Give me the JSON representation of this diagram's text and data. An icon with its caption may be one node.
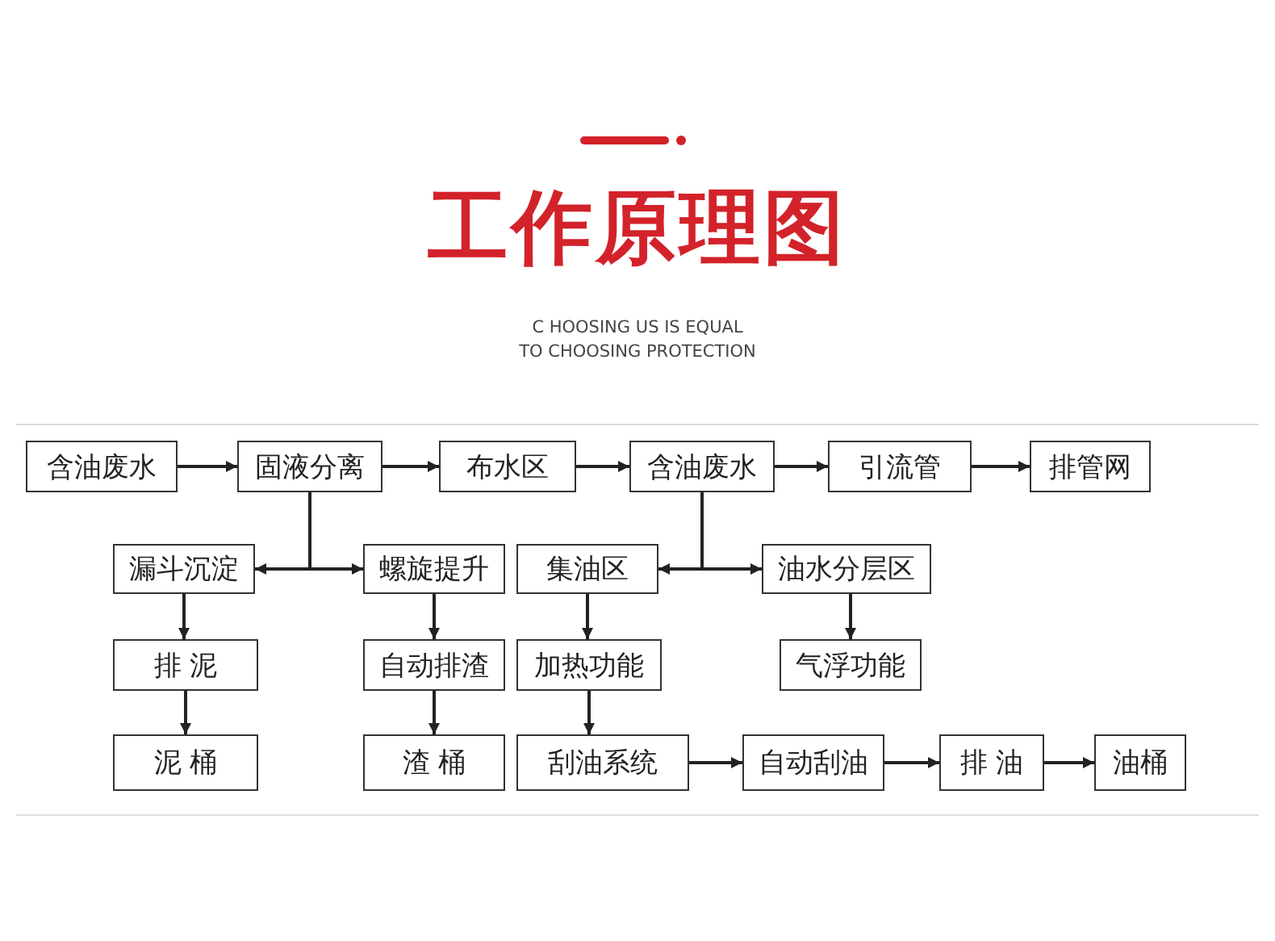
{
  "diagram": {
    "title": "工作原理图",
    "nodes": [
      {
        "text": [
          "含油废水"
        ]
      },
      {
        "text": [
          "固液分离"
        ]
      },
      {
        "text": [
          "布水区"
        ]
      },
      {
        "text": [
          "含油废水"
        ]
      },
      {
        "text": [
          "引流管"
        ]
      },
      {
        "text": [
          "排管网"
        ]
      },
      {
        "text": [
          "漏斗沉淀"
        ]
      },
      {
        "text": [
          "螺旋提升"
        ]
      },
      {
        "text": [
          "集油区"
        ]
      },
      {
        "text": [
          "油水分层区"
        ]
      },
      {
        "text": [
          "排 泥"
        ]
      },
      {
        "text": [
          "自动排渣"
        ]
      },
      {
        "text": [
          "加热功能"
        ]
      },
      {
        "text": [
          "气浮功能"
        ]
      },
      {
        "text": [
          "泥 桶"
        ]
      },
      {
        "text": [
          "渣 桶"
        ]
      },
      {
        "text": [
          "刮油系统"
        ]
      },
      {
        "text": [
          "自动刮油"
        ]
      },
      {
        "text": [
          "排 油"
        ]
      },
      {
        "text": [
          "油桶"
        ]
      }
    ],
    "edges": [
      {
        "from": 0,
        "to": 1,
        "arrow": "to"
      },
      {
        "from": 1,
        "to": 2,
        "arrow": "to"
      },
      {
        "from": 2,
        "to": 3,
        "arrow": "to"
      },
      {
        "from": 3,
        "to": 4,
        "arrow": "to"
      },
      {
        "from": 4,
        "to": 5,
        "arrow": "to"
      },
      {
        "from": 1,
        "to": 6,
        "arrow": "to"
      },
      {
        "from": 1,
        "to": 7,
        "arrow": "to"
      },
      {
        "from": 3,
        "to": 8,
        "arrow": "to"
      },
      {
        "from": 3,
        "to": 9,
        "arrow": "to"
      },
      {
        "from": 6,
        "to": 10,
        "arrow": "to"
      },
      {
        "from": 10,
        "to": 14,
        "arrow": "to"
      },
      {
        "from": 7,
        "to": 11,
        "arrow": "to"
      },
      {
        "from": 11,
        "to": 15,
        "arrow": "to"
      },
      {
        "from": 8,
        "to": 12,
        "arrow": "to"
      },
      {
        "from": 12,
        "to": 16,
        "arrow": "to"
      },
      {
        "from": 9,
        "to": 13,
        "arrow": "to"
      },
      {
        "from": 16,
        "to": 17,
        "arrow": "to"
      },
      {
        "from": 17,
        "to": 18,
        "arrow": "to"
      },
      {
        "from": 18,
        "to": 19,
        "arrow": "to"
      }
    ],
    "labels": [
      "C HOOSING US IS EQUAL",
      "TO CHOOSING PROTECTION"
    ]
  }
}
